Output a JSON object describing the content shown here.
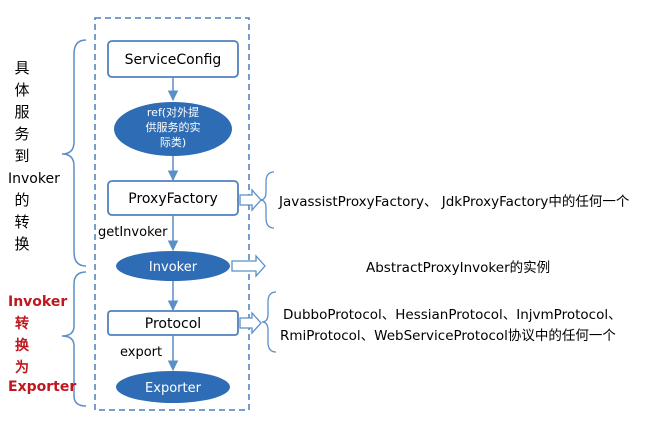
{
  "left_labels": {
    "top": [
      "具",
      "体",
      "服",
      "务",
      "到",
      "Invoker",
      "的",
      "转",
      "换"
    ],
    "bottom": [
      "Invoker",
      "转",
      "换",
      "为",
      "Exporter"
    ]
  },
  "nodes": {
    "service_config": "ServiceConfig",
    "ref_lines": [
      "ref(对外提",
      "供服务的实",
      "际类)"
    ],
    "proxy_factory": "ProxyFactory",
    "invoker": "Invoker",
    "protocol": "Protocol",
    "exporter": "Exporter"
  },
  "edge_labels": {
    "get_invoker": "getInvoker",
    "export": "export"
  },
  "notes": {
    "proxy_factory": "JavassistProxyFactory、 JdkProxyFactory中的任何一个",
    "invoker": "AbstractProxyInvoker的实例",
    "protocol_lines": [
      "DubboProtocol、HessianProtocol、InjvmProtocol、",
      "RmiProtocol、WebServiceProtocol协议中的任何一个"
    ]
  },
  "colors": {
    "dashed_border": "#4a7ebb",
    "box_border": "#4f81bd",
    "ellipse_fill": "#2e6db5",
    "arrow": "#5b8fc8",
    "bottom_label": "#c0171f",
    "text": "#000000"
  }
}
